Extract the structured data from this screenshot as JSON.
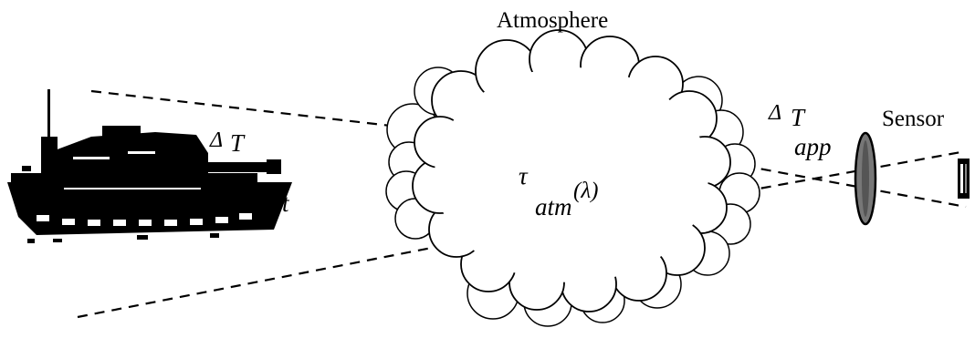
{
  "diagram": {
    "labels": {
      "atmosphere": "Atmosphere",
      "sensor": "Sensor",
      "delta_t_target_symbol": "Δ",
      "delta_t_target_var": "T",
      "target_subscript": "tgt",
      "tau_symbol": "τ",
      "atm_subscript": "atm",
      "lambda_arg": "(λ)",
      "delta_t_app_symbol": "Δ",
      "delta_t_app_var": "T",
      "app_subscript": "app"
    },
    "colors": {
      "ink": "#000000",
      "background": "#ffffff",
      "lens_fill": "#777777",
      "cloud_fill": "#ffffff"
    },
    "icons": {
      "target": "tank-icon",
      "medium": "cloud-icon",
      "optics": "lens-icon",
      "detector": "detector-icon"
    }
  }
}
